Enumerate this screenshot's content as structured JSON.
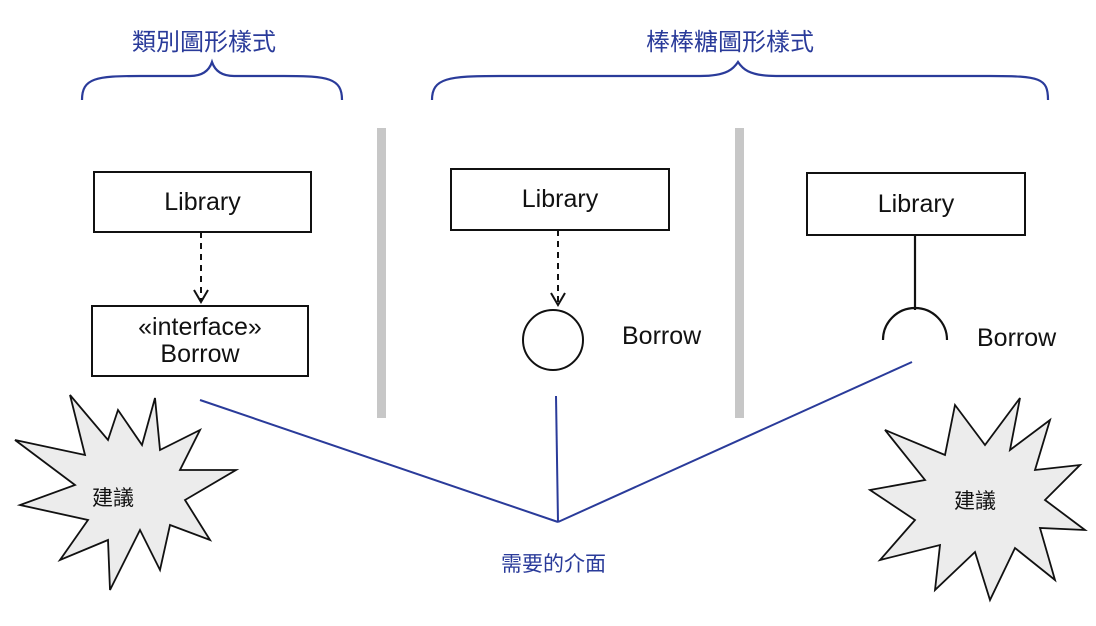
{
  "headers": {
    "class_style": "類別圖形樣式",
    "lollipop_style": "棒棒糖圖形樣式"
  },
  "panel_class": {
    "class_name": "Library",
    "interface_stereotype": "«interface»",
    "interface_name": "Borrow"
  },
  "panel_lollipop_dep": {
    "class_name": "Library",
    "interface_name": "Borrow"
  },
  "panel_lollipop_socket": {
    "class_name": "Library",
    "interface_name": "Borrow"
  },
  "notes": {
    "left": "建議",
    "right": "建議"
  },
  "footer_label": "需要的介面",
  "colors": {
    "accent": "#2a3b9a",
    "divider": "#c7c7c7",
    "starburst_fill": "#ececec",
    "line": "#111111"
  },
  "icons": [
    "curly-brace-icon",
    "starburst-icon",
    "interface-circle-icon",
    "socket-icon"
  ]
}
